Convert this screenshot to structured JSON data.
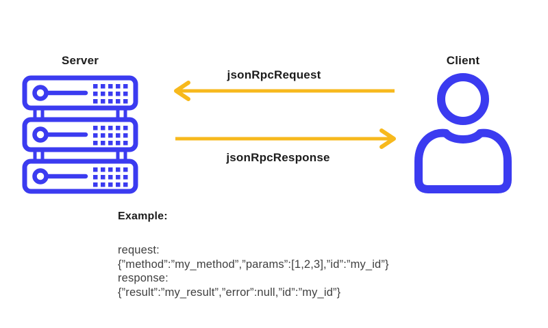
{
  "diagram": {
    "server": {
      "label": "Server"
    },
    "client": {
      "label": "Client"
    },
    "request_arrow": {
      "label": "jsonRpcRequest",
      "direction": "left"
    },
    "response_arrow": {
      "label": "jsonRpcResponse",
      "direction": "right"
    }
  },
  "example": {
    "heading": "Example:",
    "lines": [
      "request:",
      "{”method”:”my_method”,”params”:[1,2,3],”id”:”my_id”}",
      "response:",
      "{”result”:”my_result”,”error”:null,”id”:”my_id”}"
    ]
  },
  "colors": {
    "icon_blue": "#3b3bf0",
    "arrow_yellow": "#f7b91d",
    "heading_text": "#1c1c1c",
    "body_text": "#3f3f3f"
  }
}
